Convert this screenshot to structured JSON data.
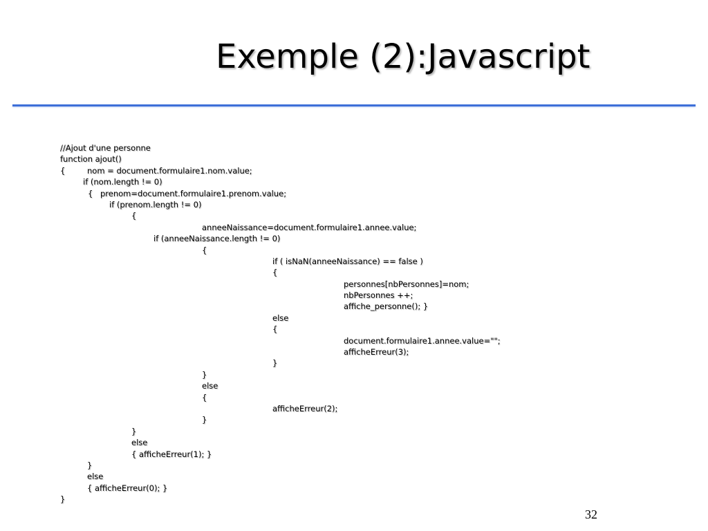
{
  "slide": {
    "title": "Exemple (2):Javascript",
    "page_number": "32",
    "colors": {
      "title_rule": "#3d6fd8",
      "text": "#000000",
      "background": "#ffffff"
    }
  },
  "code": {
    "lines": [
      "//Ajout d'une personne",
      "function ajout()",
      "{",
      "nom = document.formulaire1.nom.value;",
      "if (nom.length != 0)",
      "{",
      "prenom=document.formulaire1.prenom.value;",
      "if (prenom.length != 0)",
      "{",
      "anneeNaissance=document.formulaire1.annee.value;",
      "if (anneeNaissance.length != 0)",
      "{",
      "if ( isNaN(anneeNaissance) == false )",
      "{",
      "personnes[nbPersonnes]=nom;",
      "nbPersonnes ++;",
      "affiche_personne(); }",
      "else",
      "{",
      "document.formulaire1.annee.value=\"\";",
      "afficheErreur(3);",
      "}",
      "}",
      "else",
      "{",
      "afficheErreur(2);",
      "}",
      "}",
      "else",
      "{ afficheErreur(1); }",
      "}",
      "else",
      "{ afficheErreur(0); }",
      "}"
    ]
  }
}
